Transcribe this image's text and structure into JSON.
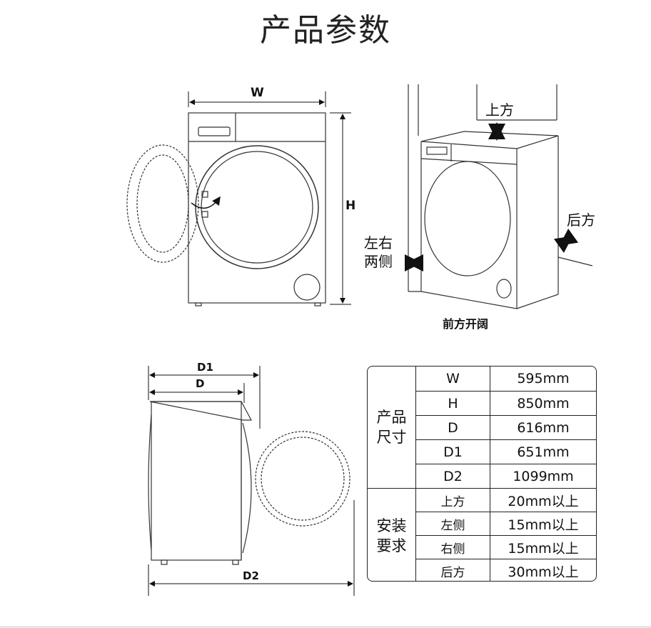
{
  "title": "产品参数",
  "front_view": {
    "w_label": "W",
    "h_label": "H"
  },
  "install_view": {
    "top_label": "上方",
    "back_label": "后方",
    "side_label_1": "左右",
    "side_label_2": "两侧",
    "front_label": "前方开阔"
  },
  "side_view": {
    "d1_label": "D1",
    "d_label": "D",
    "d2_label": "D2"
  },
  "table": {
    "group_size": [
      "产品",
      "尺寸"
    ],
    "group_install": [
      "安装",
      "要求"
    ],
    "size_rows": [
      {
        "key": "W",
        "value": "595mm"
      },
      {
        "key": "H",
        "value": "850mm"
      },
      {
        "key": "D",
        "value": "616mm"
      },
      {
        "key": "D1",
        "value": "651mm"
      },
      {
        "key": "D2",
        "value": "1099mm"
      }
    ],
    "install_rows": [
      {
        "key": "上方",
        "value": "20mm以上"
      },
      {
        "key": "左侧",
        "value": "15mm以上"
      },
      {
        "key": "右侧",
        "value": "15mm以上"
      },
      {
        "key": "后方",
        "value": "30mm以上"
      }
    ]
  }
}
